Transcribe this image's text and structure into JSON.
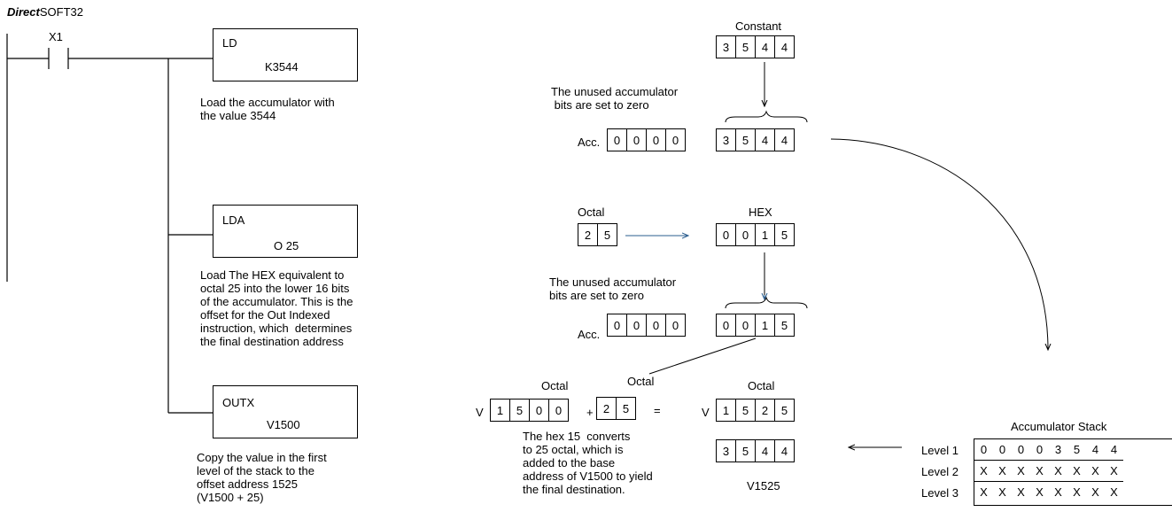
{
  "app": {
    "title_italic": "Direct",
    "title_rest": "SOFT32"
  },
  "ladder": {
    "contact_label": "X1",
    "ld": {
      "op": "LD",
      "arg": "K3544",
      "note": "Load the accumulator with\nthe value 3544"
    },
    "lda": {
      "op": "LDA",
      "arg": "O 25",
      "note": "Load The HEX equivalent to\noctal 25 into the lower 16 bits\nof the accumulator. This is the\noffset for the Out Indexed\ninstruction, which  determines\nthe final destination address"
    },
    "outx": {
      "op": "OUTX",
      "arg": "V1500",
      "note": "Copy the value in the first\nlevel of the stack to the\noffset address 1525\n(V1500 + 25)"
    }
  },
  "diagram": {
    "constant_label": "Constant",
    "constant_digits": [
      "3",
      "5",
      "4",
      "4"
    ],
    "unused_note": "The unused accumulator\n bits are set to zero",
    "acc_label": "Acc.",
    "acc1_digits": [
      "0",
      "0",
      "0",
      "0",
      "3",
      "5",
      "4",
      "4"
    ],
    "octal_label": "Octal",
    "octal_digits": [
      "2",
      "5"
    ],
    "hex_label": "HEX",
    "hex_digits": [
      "0",
      "0",
      "1",
      "5"
    ],
    "unused_note2": "The unused accumulator\nbits are set to zero",
    "acc2_digits": [
      "0",
      "0",
      "0",
      "0",
      "0",
      "0",
      "1",
      "5"
    ],
    "v_label": "V",
    "plus": "+",
    "equals": "=",
    "base_digits": [
      "1",
      "5",
      "0",
      "0"
    ],
    "offset_digits": [
      "2",
      "5"
    ],
    "result_digits": [
      "1",
      "5",
      "2",
      "5"
    ],
    "value_digits": [
      "3",
      "5",
      "4",
      "4"
    ],
    "result_label": "V1525",
    "convert_note": "The hex 15  converts\nto 25 octal, which is\nadded to the base\naddress of V1500 to yield\nthe final destination."
  },
  "stack": {
    "title": "Accumulator Stack",
    "levels": [
      {
        "label": "Level 1",
        "cells": [
          "0",
          "0",
          "0",
          "0",
          "3",
          "5",
          "4",
          "4"
        ]
      },
      {
        "label": "Level 2",
        "cells": [
          "X",
          "X",
          "X",
          "X",
          "X",
          "X",
          "X",
          "X"
        ]
      },
      {
        "label": "Level 3",
        "cells": [
          "X",
          "X",
          "X",
          "X",
          "X",
          "X",
          "X",
          "X"
        ]
      }
    ]
  },
  "colors": {
    "line": "#000000",
    "arrow_blue": "#2a5d8f"
  }
}
